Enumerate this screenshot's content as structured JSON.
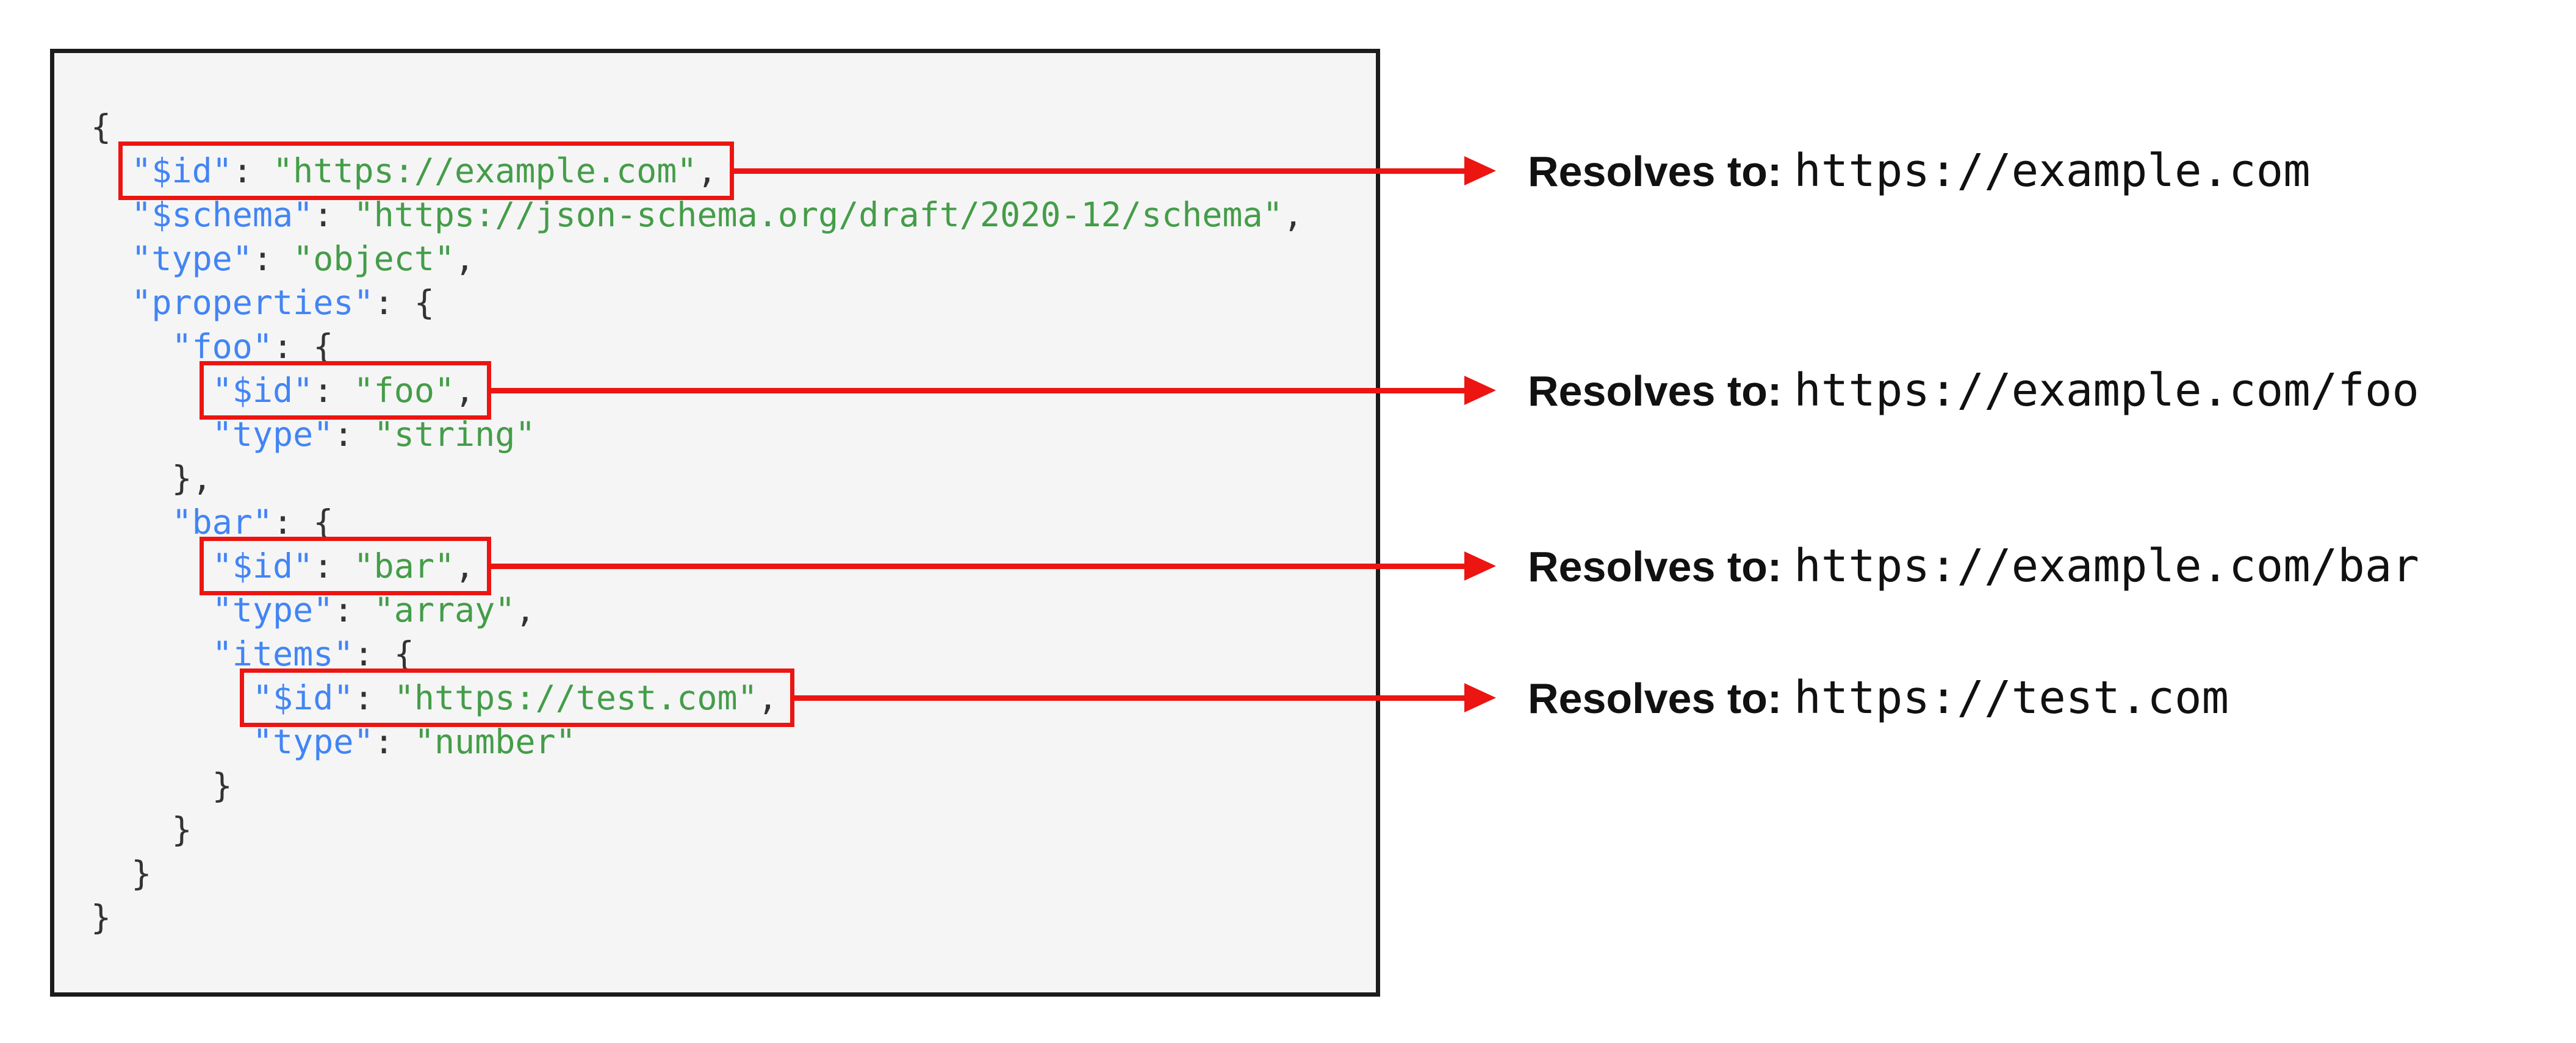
{
  "colors": {
    "accent_red": "#ec1511",
    "key_blue": "#4285f4",
    "string_green": "#449d48",
    "punctuation": "#333333",
    "code_background": "#f5f5f6",
    "code_border": "#1c1c1c",
    "label_text": "#111111"
  },
  "code_panel": {
    "language": "json",
    "lines": [
      "{",
      "  \"$id\": \"https://example.com\",",
      "  \"$schema\": \"https://json-schema.org/draft/2020-12/schema\",",
      "  \"type\": \"object\",",
      "  \"properties\": {",
      "    \"foo\": {",
      "      \"$id\": \"foo\",",
      "      \"type\": \"string\"",
      "    },",
      "    \"bar\": {",
      "      \"$id\": \"bar\",",
      "      \"type\": \"array\",",
      "      \"items\": {",
      "        \"$id\": \"https://test.com\",",
      "        \"type\": \"number\"",
      "      }",
      "    }",
      "  }",
      "}"
    ]
  },
  "annotations": [
    {
      "line_index": 1,
      "prefix": "Resolves to:",
      "url": "https://example.com"
    },
    {
      "line_index": 6,
      "prefix": "Resolves to:",
      "url": "https://example.com/foo"
    },
    {
      "line_index": 10,
      "prefix": "Resolves to:",
      "url": "https://example.com/bar"
    },
    {
      "line_index": 13,
      "prefix": "Resolves to:",
      "url": "https://test.com"
    }
  ]
}
